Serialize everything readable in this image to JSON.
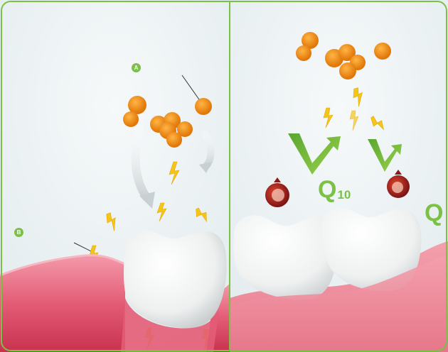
{
  "markers": {
    "a": "A",
    "b": "B"
  },
  "labels": {
    "coenzyme_main": "Q",
    "coenzyme_sub": "10",
    "coenzyme_edge": "Q"
  },
  "colors": {
    "accent_green": "#7bc144",
    "bacteria_orange": "#f08a12",
    "lightning_yellow": "#f5c518",
    "gum_pink": "#e86f86",
    "background": "#eaf1f3",
    "tooth_white": "#f4f5f5"
  },
  "icons": {
    "bacteria": "bacteria-cluster-icon",
    "lightning": "lightning-bolt-icon",
    "checkmark": "green-check-arrow-icon",
    "pomegranate": "pomegranate-icon",
    "arrow": "curved-arrow-icon"
  }
}
